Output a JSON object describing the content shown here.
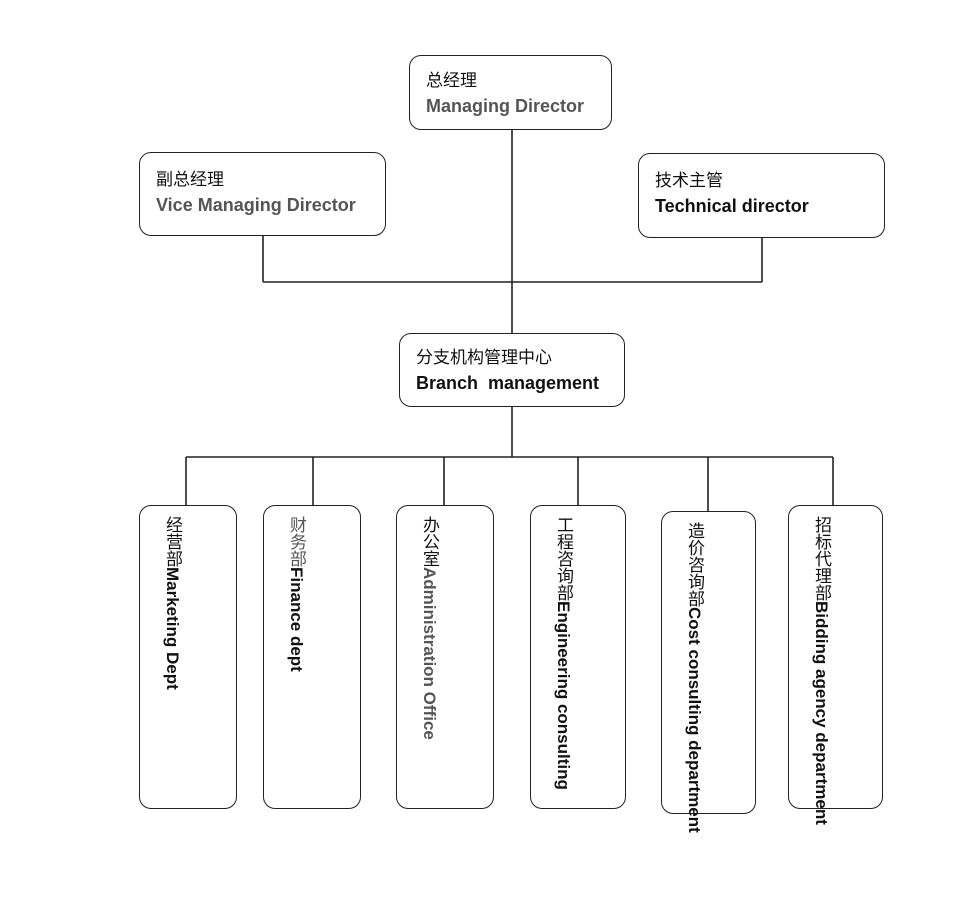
{
  "top": {
    "managing": {
      "zh": "总经理",
      "en": "Managing Director"
    },
    "vice": {
      "zh": "副总经理",
      "en": "Vice Managing Director"
    },
    "technical": {
      "zh": "技术主管",
      "en": "Technical director"
    }
  },
  "branch": {
    "zh": "分支机构管理中心",
    "en": "Branch  management"
  },
  "departments": [
    {
      "zh": "经营部",
      "en": "Marketing Dept"
    },
    {
      "zh": "财务部",
      "en": "Finance dept"
    },
    {
      "zh": "办公室",
      "en": "Administration Office"
    },
    {
      "zh": "工程咨询部",
      "en": "Engineering consulting"
    },
    {
      "zh": "造价咨询部",
      "en": "Cost consulting department"
    },
    {
      "zh": "招标代理部",
      "en": "Bidding agency department"
    }
  ]
}
